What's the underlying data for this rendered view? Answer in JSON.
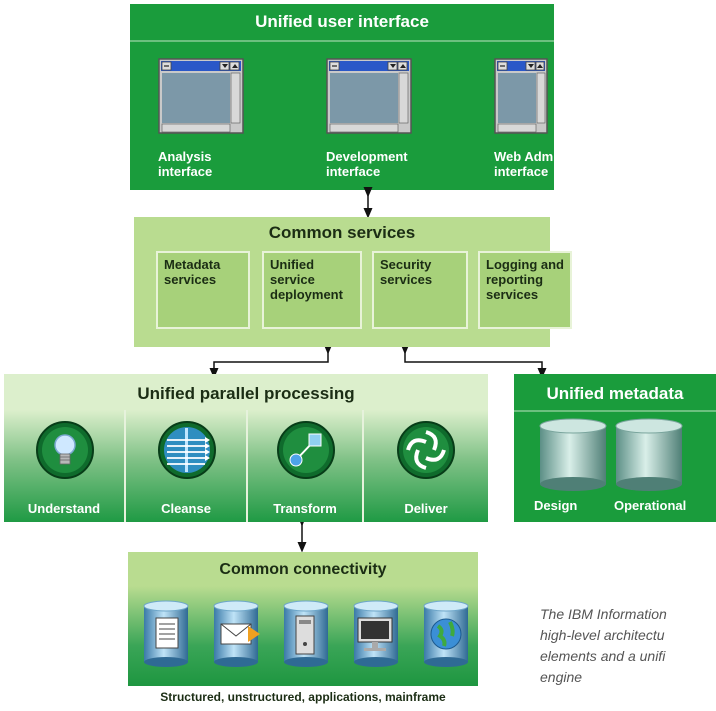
{
  "user_interface": {
    "title": "Unified user interface",
    "windows": [
      {
        "label_line1": "Analysis",
        "label_line2": "interface"
      },
      {
        "label_line1": "Development",
        "label_line2": "interface"
      },
      {
        "label_line1": "Web Admin",
        "label_line2": "interface"
      }
    ]
  },
  "common_services": {
    "title": "Common services",
    "items": [
      {
        "lines": [
          "Metadata",
          "services"
        ]
      },
      {
        "lines": [
          "Unified",
          "service",
          "deployment"
        ]
      },
      {
        "lines": [
          "Security",
          "services"
        ]
      },
      {
        "lines": [
          "Logging and",
          "reporting",
          "services"
        ]
      }
    ]
  },
  "parallel_processing": {
    "title": "Unified parallel processing",
    "stages": [
      {
        "label": "Understand",
        "icon": "lightbulb-icon"
      },
      {
        "label": "Cleanse",
        "icon": "filter-arrows-icon"
      },
      {
        "label": "Transform",
        "icon": "node-transform-icon"
      },
      {
        "label": "Deliver",
        "icon": "swirl-deliver-icon"
      }
    ]
  },
  "metadata": {
    "title": "Unified metadata",
    "stores": [
      {
        "label": "Design"
      },
      {
        "label": "Operational"
      }
    ]
  },
  "connectivity": {
    "title": "Common connectivity",
    "caption": "Structured, unstructured, applications, mainframe",
    "icons": [
      "document-icon",
      "envelope-icon",
      "server-icon",
      "monitor-icon",
      "globe-icon"
    ]
  },
  "side_caption": {
    "line1": "The IBM Information",
    "line2": "high-level architectu",
    "line3": "elements and a unifi",
    "line4": "engine"
  },
  "colors": {
    "dark_green": "#1a9c3c",
    "pale_green": "#b9dc90"
  }
}
